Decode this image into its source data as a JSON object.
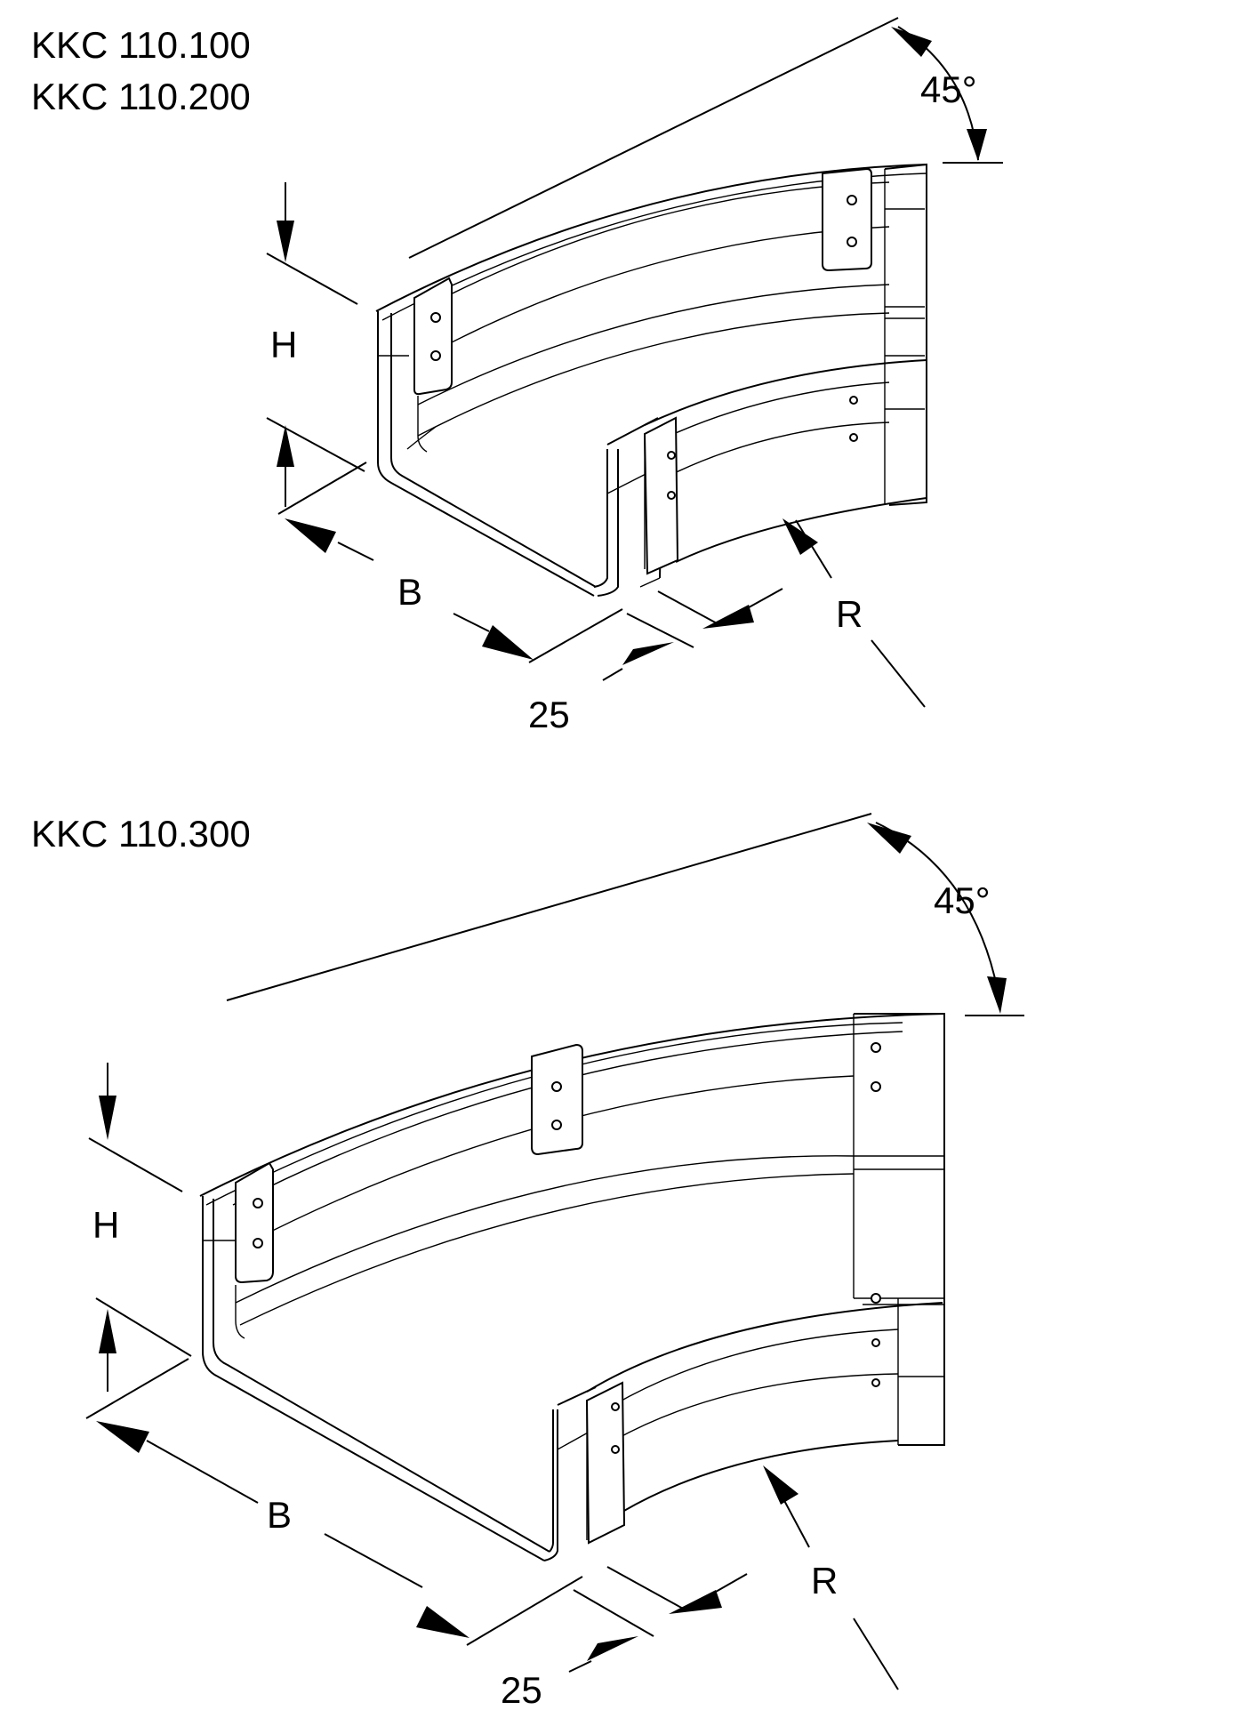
{
  "figures": [
    {
      "codes": [
        "KKC 110.100",
        "KKC 110.200"
      ],
      "angle_label": "45°",
      "height_label": "H",
      "width_label": "B",
      "radius_label": "R",
      "offset_label": "25"
    },
    {
      "codes": [
        "KKC 110.300"
      ],
      "angle_label": "45°",
      "height_label": "H",
      "width_label": "B",
      "radius_label": "R",
      "offset_label": "25"
    }
  ]
}
